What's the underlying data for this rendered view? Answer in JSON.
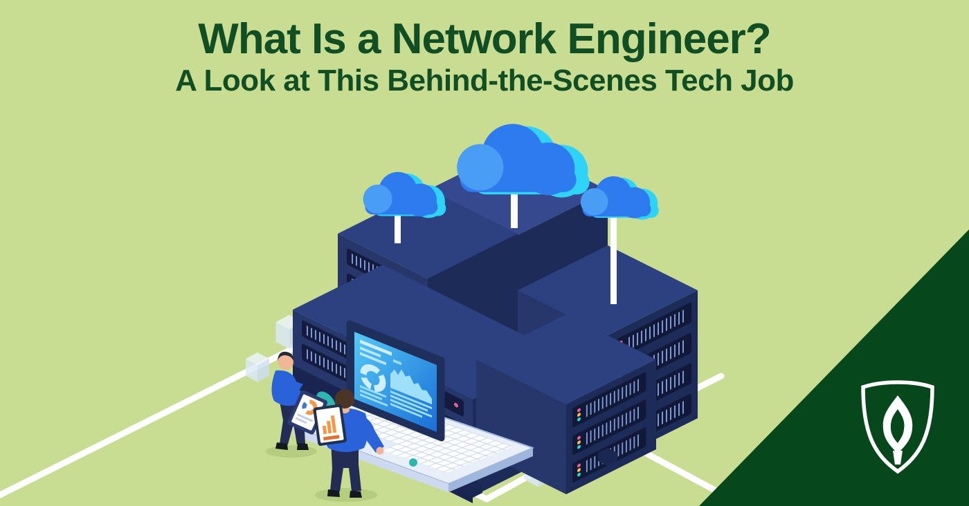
{
  "page": {
    "title": "What Is a Network Engineer?",
    "subtitle": "A Look at This Behind-the-Scenes Tech Job"
  },
  "brand": {
    "logo_icon": "rasmussen-shield-flame"
  },
  "illustration": {
    "description_elements": [
      "cloud-icons",
      "server-racks",
      "laptop-dashboard",
      "network-lines",
      "engineer-figures"
    ]
  },
  "colors": {
    "bg_green": "#c8dd92",
    "brand_dark_green": "#07471c",
    "title_green": "#124e23",
    "cloud_blue": "#2e7bf0",
    "cloud_blue_light": "#4a9df5",
    "cloud_cyan": "#2fd3f7",
    "pole_white": "#ffffff",
    "top_navy": "#2d4080",
    "top_navy_light": "#36498e",
    "sw_navy": "#27376c",
    "panel_navy": "#1a2450",
    "se_navy": "#1d2b58",
    "slot_navy": "#111938",
    "vent_navy": "#131c3e",
    "vent_line": "#8296d2",
    "teal": "#2fb6ae",
    "teal_dot2": "#2c4a86",
    "light_pink": "#f25d93",
    "light_yellow": "#f2c14e",
    "light_teal": "#35d6c6",
    "net_white": "#ffffff",
    "cube_top": "#eff5fd",
    "cube_left": "#dde9f9",
    "cube_right": "#cfdff4",
    "laptop_bezel": "#1f2f5c",
    "laptop_base": "#e9eff9",
    "laptop_edge": "#9fb6dd",
    "kb_bg": "#ccd9ec",
    "key_white": "#ffffff",
    "dash_light": "#cfeffe",
    "dash_mid": "#9edff9",
    "shirt_blue": "#2a63d9",
    "pants_navy": "#232c55",
    "skin": "#f0b695",
    "hair_dark": "#242a36",
    "hair_brown": "#4b3526",
    "shadow_green": "#b4cd7f",
    "orange": "#f2994a",
    "orange_deep": "#e2702f",
    "chart_blue": "#3b78d8"
  }
}
